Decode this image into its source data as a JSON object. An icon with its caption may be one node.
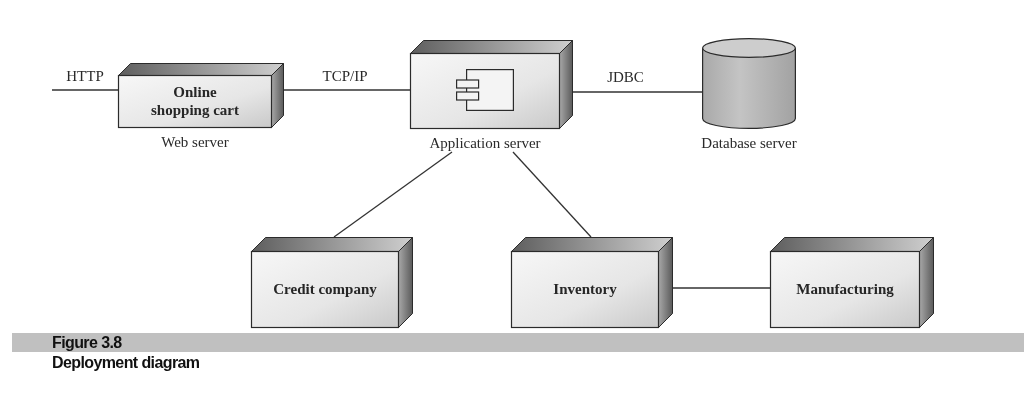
{
  "diagram": {
    "title": "Figure 3.8",
    "caption": "Deployment diagram",
    "nodes": [
      {
        "text": [
          "Online shopping cart"
        ],
        "beside": [
          "Web server"
        ]
      },
      {
        "text": [],
        "shape": "box",
        "beside": [
          "Application server"
        ]
      },
      {
        "text": [],
        "shape": "cylinder",
        "beside": [
          "Database server"
        ]
      },
      {
        "text": [
          "Credit company"
        ]
      },
      {
        "text": [
          "Inventory"
        ]
      },
      {
        "text": [
          "Manufacturing"
        ]
      }
    ],
    "edges": [
      {
        "from": null,
        "to": 0,
        "arrow": "none",
        "label": "HTTP"
      },
      {
        "from": 0,
        "to": 1,
        "arrow": "none",
        "label": "TCP/IP"
      },
      {
        "from": 1,
        "to": 2,
        "arrow": "none",
        "label": "JDBC"
      },
      {
        "from": 1,
        "to": 3,
        "arrow": "none"
      },
      {
        "from": 1,
        "to": 4,
        "arrow": "none"
      },
      {
        "from": 4,
        "to": 5,
        "arrow": "none"
      }
    ]
  }
}
